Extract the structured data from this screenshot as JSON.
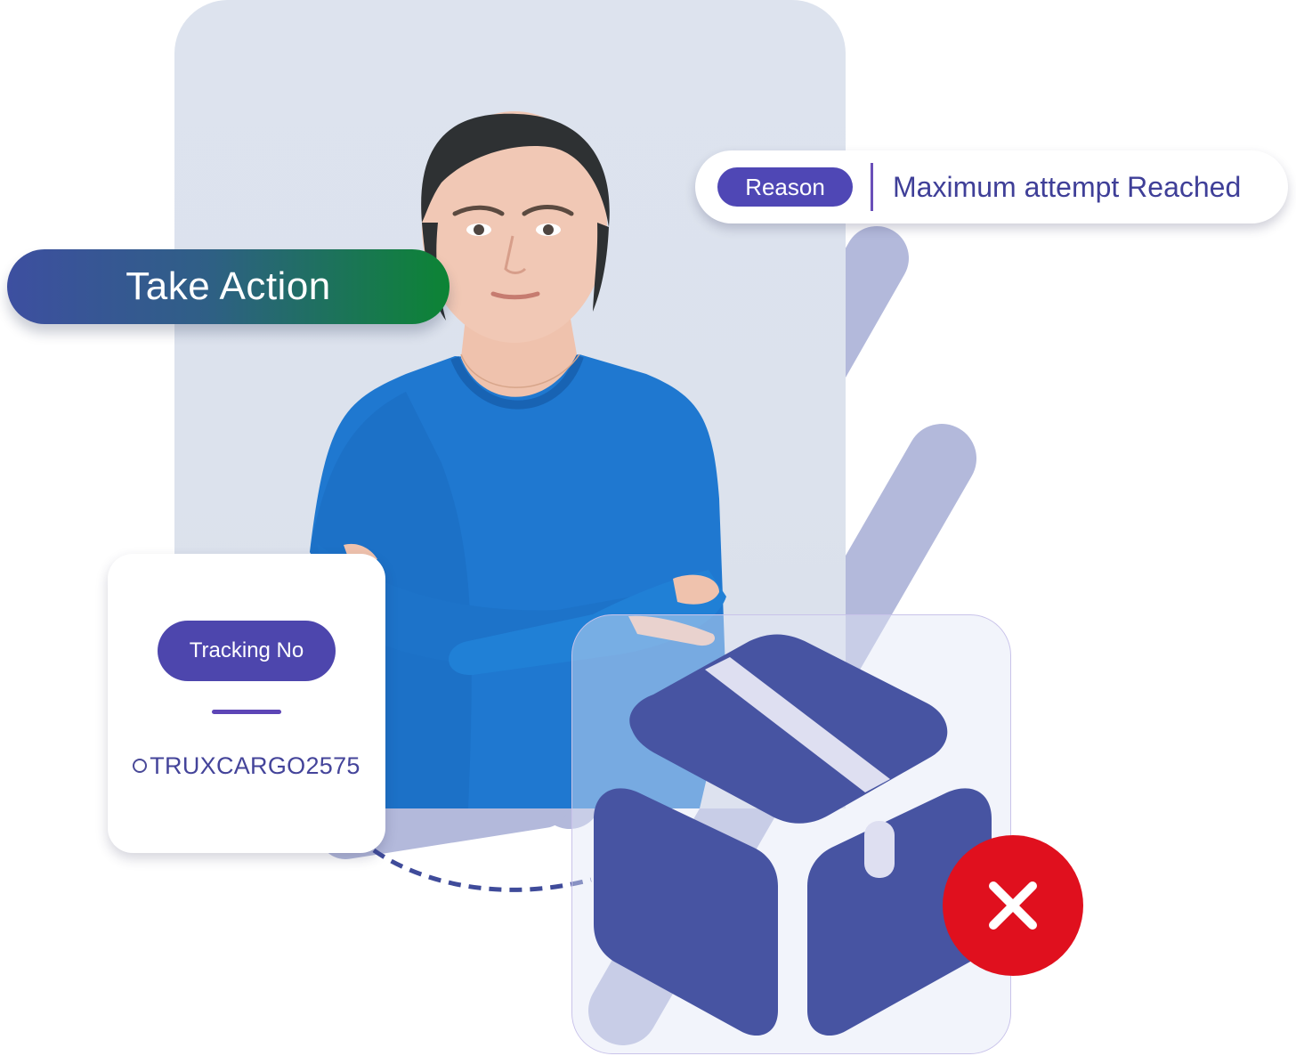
{
  "take_action": {
    "label": "Take Action"
  },
  "reason": {
    "badge": "Reason",
    "text": "Maximum attempt Reached"
  },
  "tracking": {
    "badge": "Tracking No",
    "value": "TRUXCARGO2575"
  },
  "icons": {
    "package": "package-box-icon",
    "error": "close-x-icon"
  },
  "colors": {
    "accent_purple": "#4f47b5",
    "box_blue": "#4754a2",
    "error_red": "#e0101e",
    "cta_gradient_start": "#3d4fa0",
    "cta_gradient_end": "#0c8434",
    "stripe": "#b3b9db"
  }
}
